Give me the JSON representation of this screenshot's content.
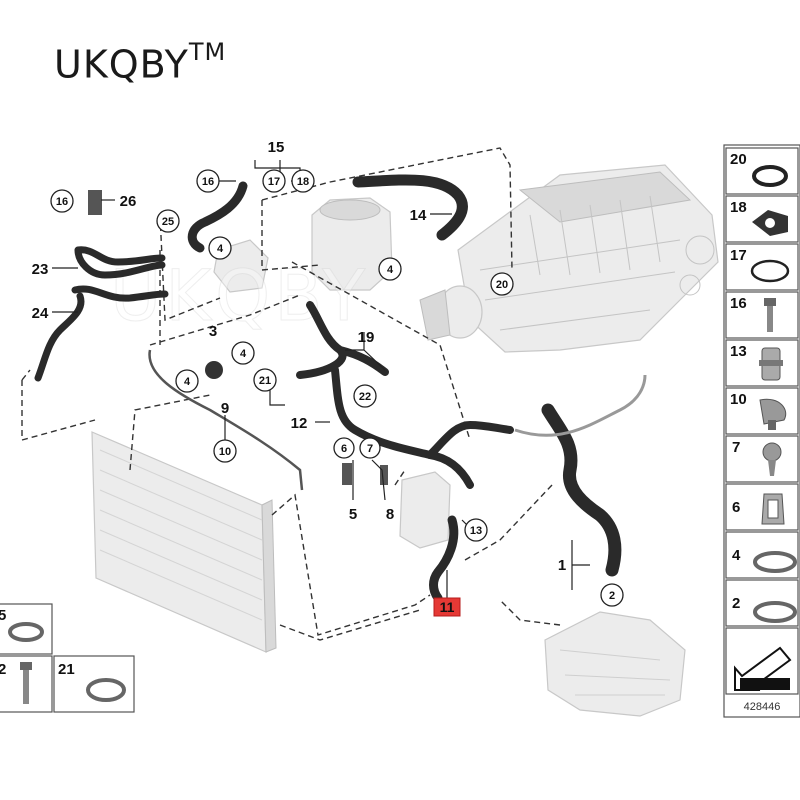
{
  "brand": {
    "name": "UKQBY",
    "mark": "TM"
  },
  "watermark": "UKQBY",
  "diagram_ref": "428446",
  "highlight_part": "11",
  "callouts": [
    "16",
    "17",
    "18",
    "15",
    "26",
    "25",
    "4",
    "23",
    "24",
    "14",
    "4",
    "20",
    "3",
    "4",
    "19",
    "21",
    "22",
    "4",
    "9",
    "10",
    "12",
    "6",
    "7",
    "5",
    "8",
    "13",
    "1",
    "2"
  ],
  "parts_panel": {
    "items": [
      {
        "number": "20",
        "icon": "o-ring-icon"
      },
      {
        "number": "18",
        "icon": "flange-gasket-icon"
      },
      {
        "number": "17",
        "icon": "seal-ring-icon"
      },
      {
        "number": "16",
        "icon": "bolt-icon"
      },
      {
        "number": "13",
        "icon": "hose-connector-icon"
      },
      {
        "number": "10",
        "icon": "clip-clamp-icon"
      },
      {
        "number": "7",
        "icon": "expanding-rivet-icon"
      },
      {
        "number": "6",
        "icon": "retaining-clip-icon"
      },
      {
        "number": "4",
        "icon": "hose-clamp-icon"
      },
      {
        "number": "2",
        "icon": "spring-clamp-icon"
      }
    ]
  },
  "bottom_left_panel": {
    "items": [
      {
        "number": "5",
        "icon": "clamp-icon"
      },
      {
        "number": "2",
        "icon": "bolt-icon"
      },
      {
        "number": "21",
        "icon": "hose-clamp-icon"
      }
    ]
  }
}
